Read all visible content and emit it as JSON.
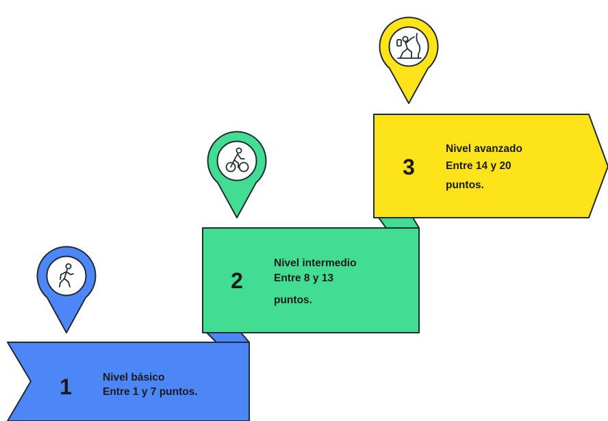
{
  "colors": {
    "blue": "#4d86f6",
    "green": "#42dc92",
    "yellow": "#fde31a",
    "outline": "#1f2a33"
  },
  "steps": [
    {
      "number": "1",
      "title": "Nivel básico",
      "line1": "Entre 1 y 7 puntos.",
      "line2": "",
      "color": "#4d86f6",
      "icon": "walking-person-icon"
    },
    {
      "number": "2",
      "title": "Nivel intermedio",
      "line1": "Entre 8 y 13",
      "line2": "puntos.",
      "color": "#42dc92",
      "icon": "cyclist-icon"
    },
    {
      "number": "3",
      "title": "Nivel avanzado",
      "line1": "Entre 14 y 20",
      "line2": "puntos.",
      "color": "#fde31a",
      "icon": "climber-icon"
    }
  ]
}
